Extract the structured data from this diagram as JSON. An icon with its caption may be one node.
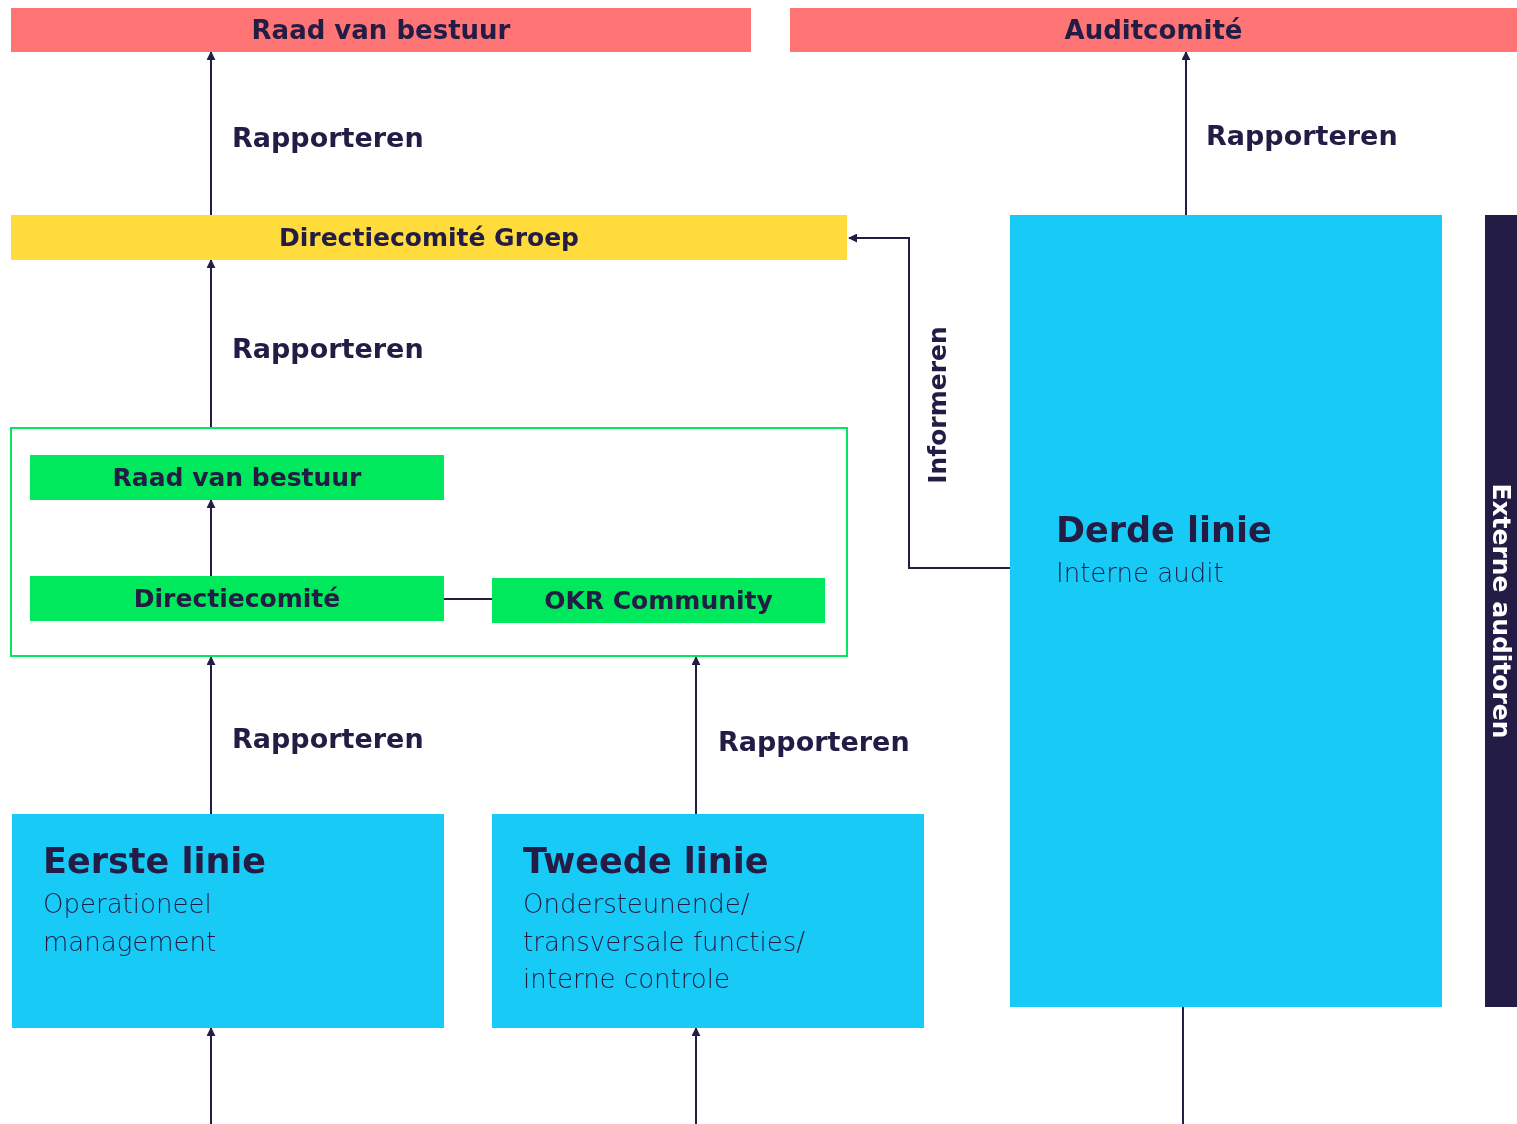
{
  "diagram": {
    "nodes": [
      {
        "text": [
          "Raad van bestuur"
        ]
      },
      {
        "text": [
          "Auditcomité"
        ]
      },
      {
        "text": [
          "Directiecomité Groep"
        ]
      },
      {
        "text": [],
        "shape": "box"
      },
      {
        "text": [
          "Raad van bestuur"
        ],
        "in": 3
      },
      {
        "text": [
          "Directiecomité"
        ],
        "in": 3
      },
      {
        "text": [
          "OKR Community"
        ],
        "in": 3
      },
      {
        "text": [
          "Eerste linie",
          "Operationeel management"
        ]
      },
      {
        "text": [
          "Tweede linie",
          "Ondersteunende/ transversale functies/ interne controle"
        ]
      },
      {
        "text": [
          "Derde linie",
          "Interne audit"
        ]
      },
      {
        "text": [
          "Externe auditoren"
        ]
      }
    ],
    "edges": [
      {
        "from": 2,
        "to": 0,
        "arrow": "to",
        "label": "Rapporteren"
      },
      {
        "from": 9,
        "to": 1,
        "arrow": "to",
        "label": "Rapporteren"
      },
      {
        "from": 3,
        "to": 2,
        "arrow": "to",
        "label": "Rapporteren"
      },
      {
        "from": 5,
        "to": 4,
        "arrow": "to"
      },
      {
        "from": 5,
        "to": 6,
        "arrow": "none"
      },
      {
        "from": 7,
        "to": 3,
        "arrow": "to",
        "label": "Rapporteren"
      },
      {
        "from": 8,
        "to": 3,
        "arrow": "to",
        "label": "Rapporteren"
      },
      {
        "from": 9,
        "to": 2,
        "arrow": "to",
        "label": "Informeren"
      },
      {
        "from": null,
        "to": 7,
        "arrow": "to"
      },
      {
        "from": null,
        "to": 8,
        "arrow": "to"
      },
      {
        "from": null,
        "to": 9,
        "arrow": "none"
      }
    ]
  }
}
